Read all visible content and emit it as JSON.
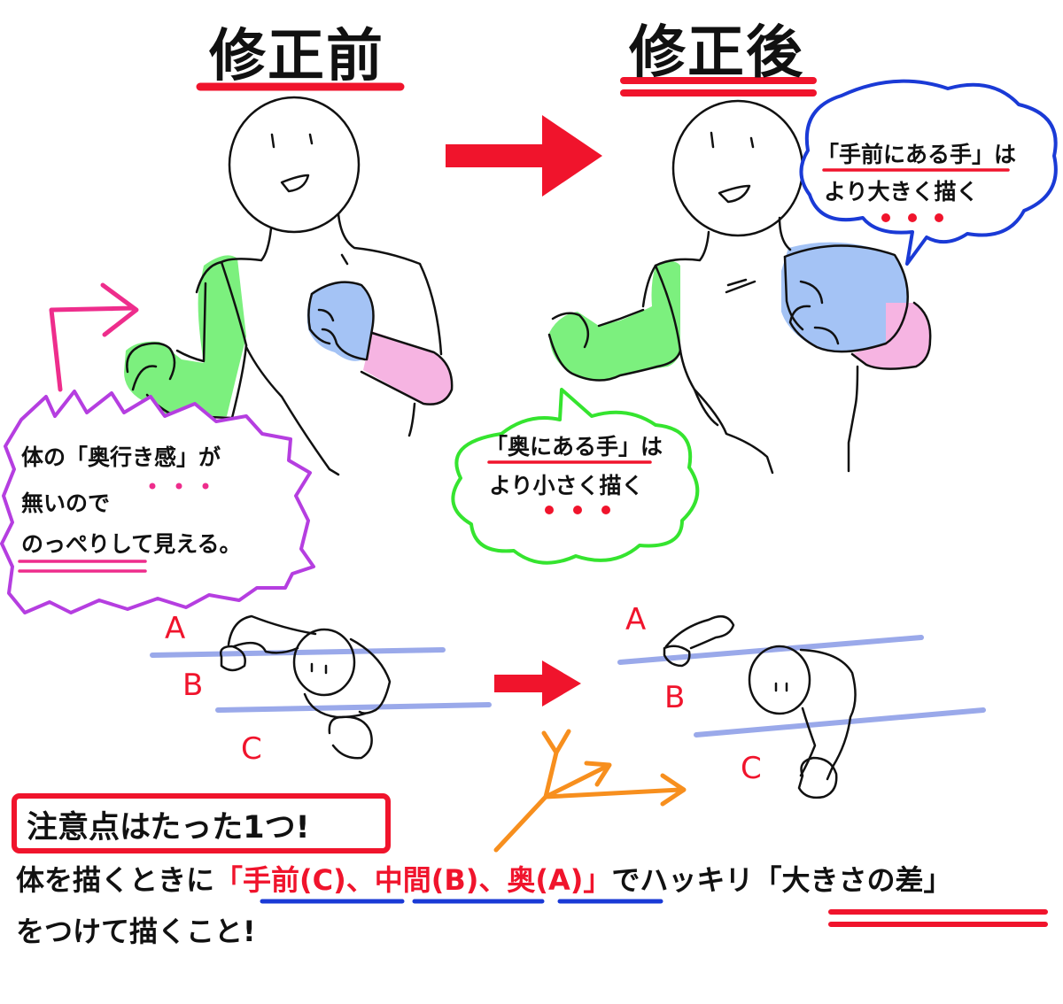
{
  "titles": {
    "before": "修正前",
    "after": "修正後"
  },
  "bubbles": {
    "purple": {
      "line1": "体の「奥行き感」が",
      "line2": "無いので",
      "line3": "のっぺりして見える。"
    },
    "green": {
      "line1": "「奥にある手」は",
      "line2": "より小さく描く"
    },
    "blue": {
      "line1": "「手前にある手」は",
      "line2": "より大きく描く"
    }
  },
  "labels": {
    "a": "A",
    "b": "B",
    "c": "C"
  },
  "bottom": {
    "note": "注意点はたった1つ!",
    "line1_a": "体を描くときに",
    "line1_b": "「手前(C)、中間(B)、奥(A)」",
    "line1_c": "でハッキリ",
    "line1_d": "「大きさの差」",
    "line2": "をつけて描くこと!"
  },
  "colors": {
    "red": "#f0142c",
    "blue_accent": "#1a3ad6",
    "green_fill": "#7cf07e",
    "blue_fill": "#a4c3f5",
    "pink_fill": "#f6b4e2",
    "purple": "#b53ee0",
    "magenta": "#ee2d8c",
    "green_outline": "#35e42f",
    "guide_blue": "#9aa9ea",
    "orange": "#f78f1e"
  }
}
